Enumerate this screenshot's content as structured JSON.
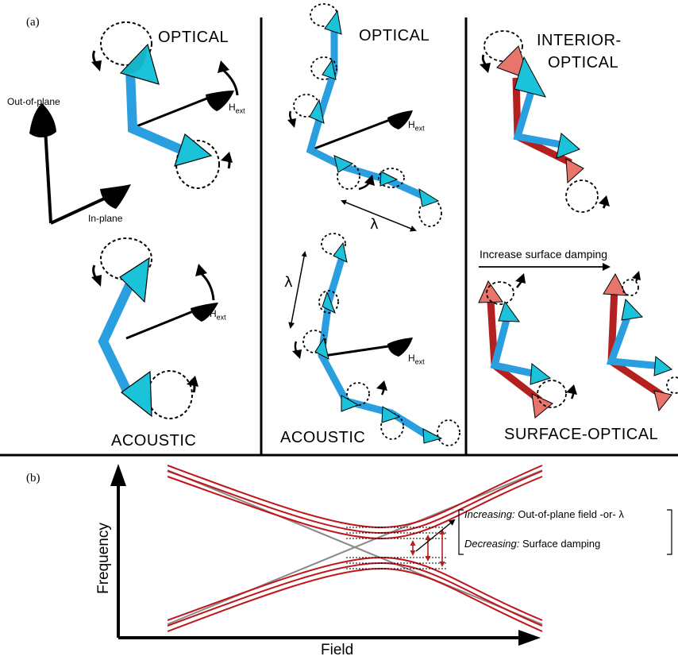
{
  "colors": {
    "spin_blue": "#1ac3d9",
    "link_blue": "#2a9fe0",
    "spin_red": "#e8756b",
    "link_red": "#b3201f",
    "curve_red": "#c0161b",
    "crossing_gray": "#8a8a8a"
  },
  "panel_a": {
    "tag": "(a)",
    "left": {
      "top_title": "OPTICAL",
      "bottom_title": "ACOUSTIC",
      "axis_out": "Out-of-plane",
      "axis_in": "In-plane",
      "field_top": "H",
      "field_top_sub": "ext",
      "field_bottom": "H",
      "field_bottom_sub": "ext"
    },
    "middle": {
      "top_title": "OPTICAL",
      "bottom_title": "ACOUSTIC",
      "lambda_top": "λ",
      "lambda_bottom": "λ",
      "field_top": "H",
      "field_top_sub": "ext",
      "field_bottom": "H",
      "field_bottom_sub": "ext"
    },
    "right": {
      "top_title_line1": "INTERIOR-",
      "top_title_line2": "OPTICAL",
      "damping_arrow": "Increase surface damping",
      "bottom_title": "SURFACE-OPTICAL"
    }
  },
  "panel_b": {
    "tag": "(b)",
    "ylabel": "Frequency",
    "xlabel": "Field",
    "legend_increasing_em": "Increasing:",
    "legend_increasing_rest": " Out-of-plane field -or- λ",
    "legend_decreasing_em": "Decreasing:",
    "legend_decreasing_rest": " Surface damping"
  }
}
